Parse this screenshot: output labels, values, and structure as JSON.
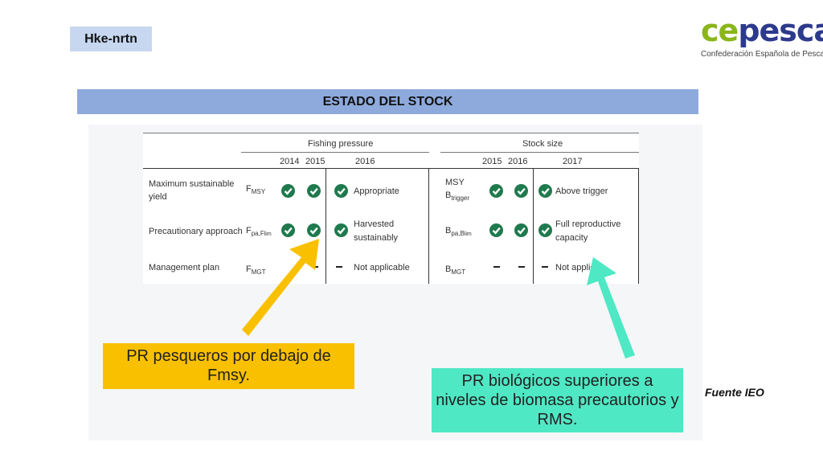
{
  "tag": "Hke-nrtn",
  "logo": {
    "brand_a": "ce",
    "brand_b": "pesca",
    "subtitle": "Confederación Española de Pesca"
  },
  "banner": "ESTADO DEL STOCK",
  "table": {
    "group_fishing": "Fishing pressure",
    "group_stock": "Stock size",
    "fishing_years": [
      "2014",
      "2015",
      "2016"
    ],
    "stock_years": [
      "2015",
      "2016",
      "2017"
    ],
    "rows": [
      {
        "label_line1": "Maximum sustainable",
        "label_line2": "yield",
        "f_ref": "F",
        "f_sub": "MSY",
        "fishing_status": "Appropriate",
        "b_ref_line1": "MSY",
        "b_ref_line2": "B",
        "b_sub": "trigger",
        "stock_status": "Above trigger"
      },
      {
        "label_line1": "Precautionary approach",
        "label_line2": "",
        "f_ref": "F",
        "f_sub": "pa,F",
        "f_sub2": "lim",
        "fishing_status_line1": "Harvested",
        "fishing_status_line2": "sustainably",
        "b_ref": "B",
        "b_sub": "pa,B",
        "b_sub2": "lim",
        "stock_status_line1": "Full reproductive",
        "stock_status_line2": "capacity"
      },
      {
        "label_line1": "Management plan",
        "label_line2": "",
        "f_ref": "F",
        "f_sub": "MGT",
        "fishing_status": "Not applicable",
        "b_ref": "B",
        "b_sub": "MGT",
        "stock_status": "Not applica"
      }
    ]
  },
  "callout_left": {
    "line1": "PR pesqueros por debajo de",
    "line2": "Fmsy."
  },
  "callout_right": {
    "line1": "PR biológicos superiores a",
    "line2": "niveles de biomasa precautorios y",
    "line3": "RMS."
  },
  "source": "Fuente IEO",
  "colors": {
    "banner": "#8eaadc",
    "tag": "#c6d7ef",
    "yellow": "#f9c000",
    "teal": "#4ee8c4",
    "check": "#1f7a4d"
  }
}
